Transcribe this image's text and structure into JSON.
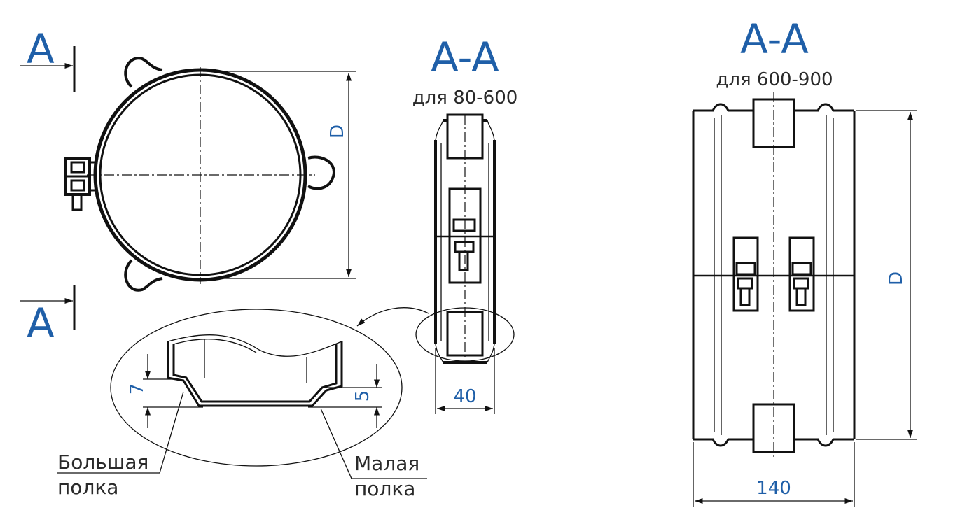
{
  "section_marker": "A",
  "section_title": "A-A",
  "front_view": {
    "dim_diameter": "D"
  },
  "small_section": {
    "subtitle": "для 80-600",
    "dim_width": "40"
  },
  "large_section": {
    "subtitle": "для 600-900",
    "dim_width": "140",
    "dim_diameter": "D"
  },
  "detail": {
    "dim_big_flange": "7",
    "dim_small_flange": "5",
    "label_big_line1": "Большая",
    "label_big_line2": "полка",
    "label_small_line1": "Малая",
    "label_small_line2": "полка"
  }
}
